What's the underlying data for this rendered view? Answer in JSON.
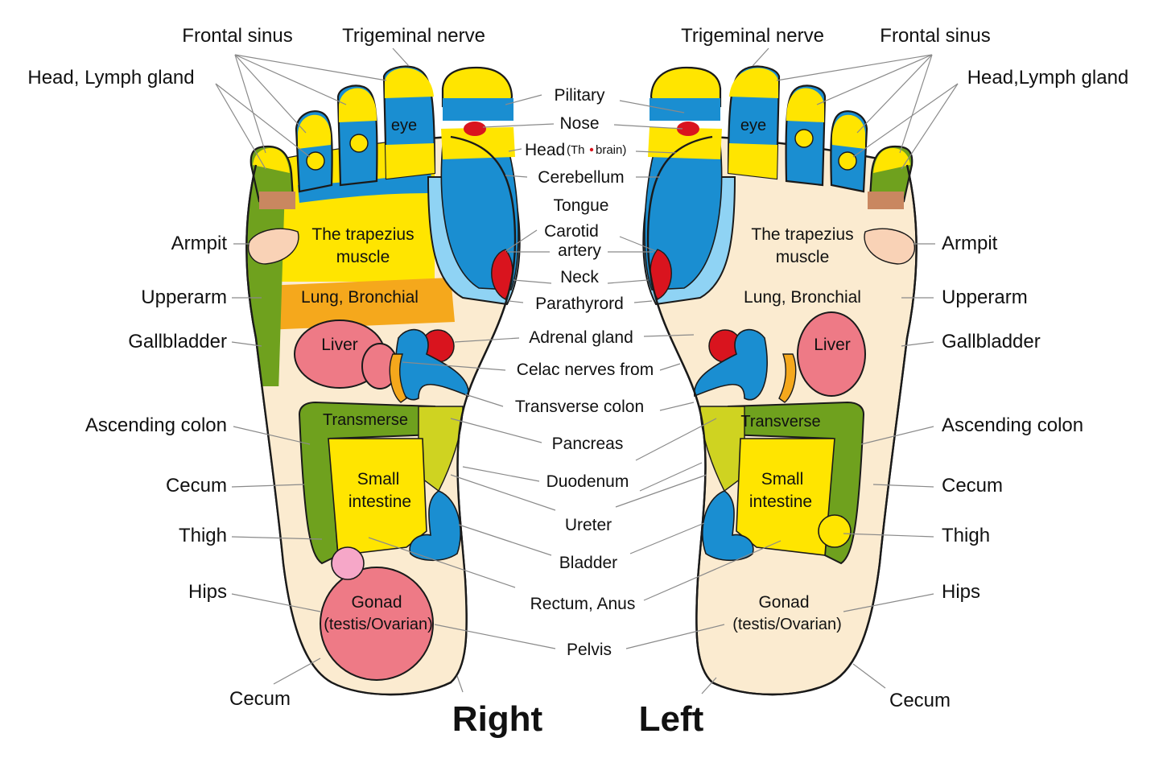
{
  "colors": {
    "yellow": "#FFE500",
    "blue": "#1A8ED1",
    "light_blue": "#8FD3F4",
    "green": "#6FA11E",
    "orange": "#F5A81C",
    "pink": "#EE7A86",
    "red": "#D9141E",
    "cream": "#FBEBD0",
    "peach": "#F9D2B6",
    "brown": "#C98760",
    "lime": "#CFD321"
  },
  "foot_labels": {
    "right": "Right",
    "left": "Left"
  },
  "center_labels": {
    "pilitary": "Pilitary",
    "nose": "Nose",
    "head_main": "Head",
    "head_sub": "(Th",
    "head_sub2": "brain)",
    "cerebellum": "Cerebellum",
    "tongue": "Tongue",
    "carotid1": "Carotid",
    "carotid2": "artery",
    "neck": "Neck",
    "parathyrord": "Parathyrord",
    "adrenal": "Adrenal gland",
    "celac": "Celac nerves from",
    "transverse_colon": "Transverse colon",
    "pancreas": "Pancreas",
    "duodenum": "Duodenum",
    "ureter": "Ureter",
    "bladder": "Bladder",
    "rectum": "Rectum, Anus",
    "pelvis": "Pelvis"
  },
  "right_side_labels": {
    "frontal_sinus": "Frontal sinus",
    "trigeminal": "Trigeminal nerve",
    "head_lymph": "Head, Lymph gland",
    "armpit": "Armpit",
    "upperarm": "Upperarm",
    "gallbladder": "Gallbladder",
    "ascending_colon": "Ascending colon",
    "cecum": "Cecum",
    "thigh": "Thigh",
    "hips": "Hips",
    "cecum_bottom": "Cecum"
  },
  "left_side_labels": {
    "trigeminal": "Trigeminal nerve",
    "frontal_sinus": "Frontal sinus",
    "head_lymph": "Head,Lymph gland",
    "armpit": "Armpit",
    "upperarm": "Upperarm",
    "gallbladder": "Gallbladder",
    "ascending_colon": "Ascending colon",
    "cecum": "Cecum",
    "thigh": "Thigh",
    "hips": "Hips",
    "cecum_bottom": "Cecum"
  },
  "right_foot_regions": {
    "eye": "eye",
    "trapezius1": "The trapezius",
    "trapezius2": "muscle",
    "lung": "Lung, Bronchial",
    "liver": "Liver",
    "transverse": "Transmerse",
    "small1": "Small",
    "small2": "intestine",
    "gonad1": "Gonad",
    "gonad2": "(testis/Ovarian)"
  },
  "left_foot_regions": {
    "eye": "eye",
    "trapezius1": "The trapezius",
    "trapezius2": "muscle",
    "lung": "Lung, Bronchial",
    "liver": "Liver",
    "transverse": "Transverse",
    "small1": "Small",
    "small2": "intestine",
    "gonad1": "Gonad",
    "gonad2": "(testis/Ovarian)"
  }
}
